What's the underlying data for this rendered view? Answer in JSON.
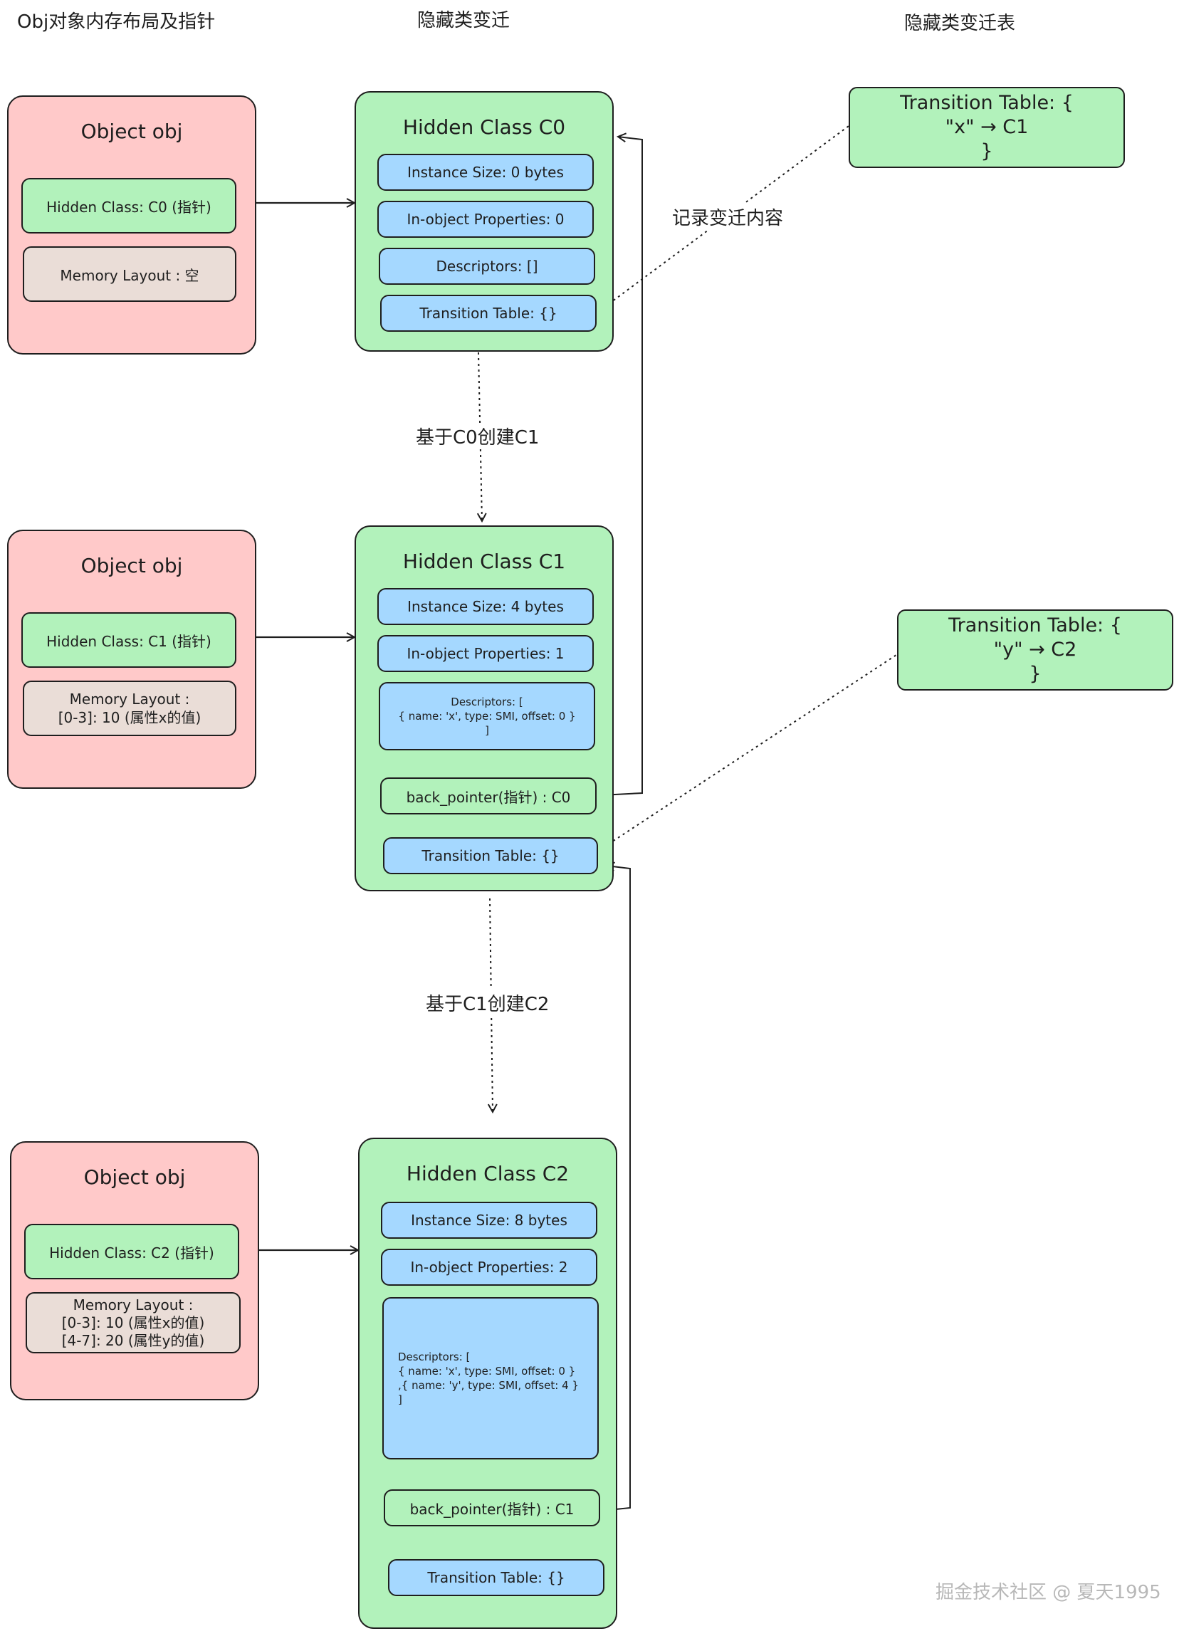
{
  "headers": {
    "layout": "Obj对象内存布局及指针",
    "transition": "隐藏类变迁",
    "table": "隐藏类变迁表"
  },
  "objects": [
    {
      "title": "Object obj",
      "hidden_class": "Hidden Class: C0 (指针)",
      "memory_layout": "Memory Layout : 空"
    },
    {
      "title": "Object obj",
      "hidden_class": "Hidden Class: C1 (指针)",
      "memory_layout": "Memory Layout :\n[0-3]: 10 (属性x的值)"
    },
    {
      "title": "Object obj",
      "hidden_class": "Hidden Class: C2 (指针)",
      "memory_layout": "Memory Layout :\n[0-3]: 10 (属性x的值)\n[4-7]: 20 (属性y的值)"
    }
  ],
  "hidden_classes": [
    {
      "title": "Hidden Class C0",
      "instance_size": "Instance Size: 0 bytes",
      "inobject": "In-object Properties: 0",
      "descriptors": "Descriptors: []",
      "transition": "Transition Table: {}"
    },
    {
      "title": "Hidden Class C1",
      "instance_size": "Instance Size: 4 bytes",
      "inobject": "In-object Properties: 1",
      "descriptors": "Descriptors: [\n{ name: 'x', type: SMI, offset: 0 }\n]",
      "back_pointer": "back_pointer(指针) : C0",
      "transition": "Transition Table: {}"
    },
    {
      "title": "Hidden Class C2",
      "instance_size": "Instance Size: 8 bytes",
      "inobject": "In-object Properties: 2",
      "descriptors": "Descriptors: [\n{ name: 'x', type: SMI, offset: 0 }\n,{ name: 'y', type: SMI, offset: 4 }\n]",
      "back_pointer": "back_pointer(指针) : C1",
      "transition": "Transition Table: {}"
    }
  ],
  "transition_tables": [
    "Transition Table: {\n\"x\" → C1\n}",
    "Transition Table: {\n\"y\" → C2\n}"
  ],
  "labels": {
    "record": "记录变迁内容",
    "create_c1": "基于C0创建C1",
    "create_c2": "基于C1创建C2"
  },
  "watermark": "掘金技术社区 @ 夏天1995"
}
